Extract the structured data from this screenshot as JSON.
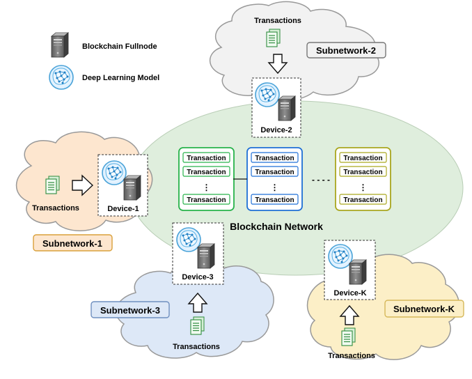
{
  "legend": {
    "fullnode_label": "Blockchain Fullnode",
    "model_label": "Deep Learning Model",
    "fullnode_icon": "server-icon",
    "model_icon": "brain-network-icon"
  },
  "network": {
    "label": "Blockchain Network",
    "label_color": "#1f6fd6",
    "fill": "#dfeedd",
    "block_item": "Transaction",
    "block_ellipsis": "⋮",
    "chain_ellipsis": "- - - -",
    "blocks": [
      {
        "id": "block-1",
        "color": "#27b24a"
      },
      {
        "id": "block-2",
        "color": "#1f6fd6"
      },
      {
        "id": "block-k",
        "color": "#a9a61e"
      }
    ]
  },
  "subnetworks": [
    {
      "id": "subnetwork-1",
      "label": "Subnetwork-1",
      "device": "Device-1",
      "transactions": "Transactions",
      "cloud_fill": "#fde6cf",
      "badge_fill": "#fde6cf",
      "badge_border": "#d9a03a"
    },
    {
      "id": "subnetwork-2",
      "label": "Subnetwork-2",
      "device": "Device-2",
      "transactions": "Transactions",
      "cloud_fill": "#f2f2f2",
      "badge_fill": "#f2f2f2",
      "badge_border": "#777777"
    },
    {
      "id": "subnetwork-3",
      "label": "Subnetwork-3",
      "device": "Device-3",
      "transactions": "Transactions",
      "cloud_fill": "#dde8f7",
      "badge_fill": "#dde8f7",
      "badge_border": "#6f8fbf"
    },
    {
      "id": "subnetwork-k",
      "label": "Subnetwork-K",
      "device": "Device-K",
      "transactions": "Transactions",
      "cloud_fill": "#fcefc7",
      "badge_fill": "#fcefc7",
      "badge_border": "#d6b85a"
    }
  ]
}
